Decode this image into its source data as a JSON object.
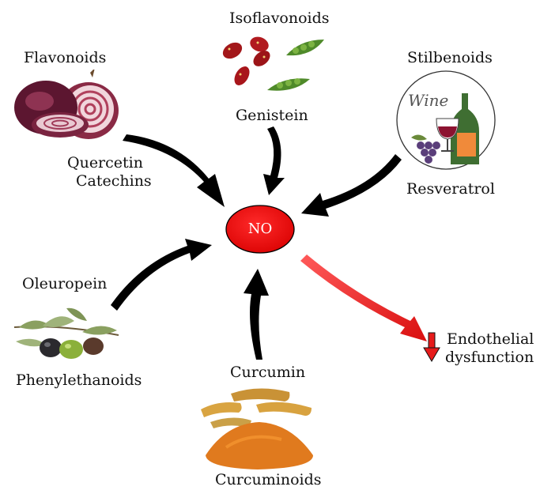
{
  "center": {
    "label": "NO",
    "fill": "#ee1111"
  },
  "groups": {
    "flavonoids": {
      "title": "Flavonoids",
      "compounds": [
        "Quercetin",
        "Catechins"
      ]
    },
    "isoflavonoids": {
      "title": "Isoflavonoids",
      "compounds": [
        "Genistein"
      ]
    },
    "stilbenoids": {
      "title": "Stilbenoids",
      "compounds": [
        "Resveratrol"
      ]
    },
    "oleuropein": {
      "title": "Oleuropein",
      "compounds": [
        "Phenylethanoids"
      ]
    },
    "curcumin": {
      "title": "Curcumin",
      "compounds": [
        "Curcuminoids"
      ]
    }
  },
  "outcome": {
    "line1": "Endothelial",
    "line2": "dysfunction",
    "indicator": "down-arrow-icon",
    "color": "#e61b1b"
  },
  "logo": {
    "text": "Wine"
  },
  "colors": {
    "arrow": "#000000",
    "outcome_arrow": "#e61b1b"
  }
}
